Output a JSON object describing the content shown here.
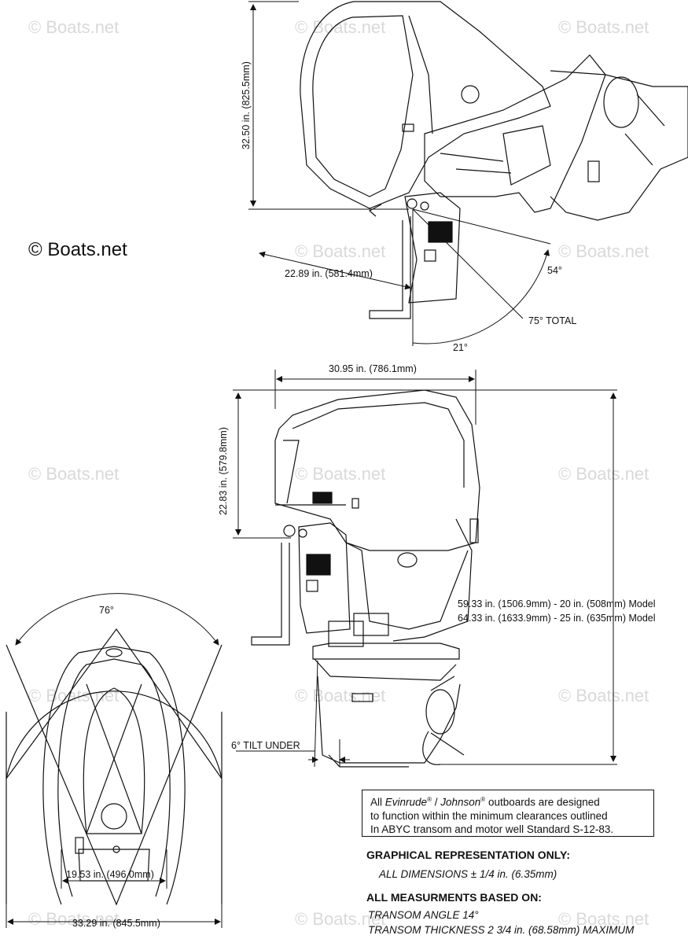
{
  "copyright": "© Boats.net",
  "watermark": "© Boats.net",
  "dimensions": {
    "tilt_height": "32.50 in. (825.5mm)",
    "tilt_reach": "22.89 in. (581.4mm)",
    "angle_54": "54°",
    "angle_total": "75° TOTAL",
    "angle_21": "21°",
    "width_top": "30.95 in. (786.1mm)",
    "height_upper": "22.83 in. (579.8mm)",
    "height_20": "59.33 in. (1506.9mm) - 20 in. (508mm) Model",
    "height_25": "64.33 in. (1633.9mm) - 25 in. (635mm) Model",
    "tilt_under": "6° TILT UNDER",
    "steer_angle": "76°",
    "width_inner": "19.53 in. (496.0mm)",
    "width_outer": "33.29 in. (845.5mm)"
  },
  "note": {
    "line1_prefix": "All ",
    "brand1": "Evinrude",
    "reg": "®",
    "sep": " / ",
    "brand2": "Johnson",
    "line1_suffix": " outboards are designed",
    "line2": "to function within the minimum clearances outlined",
    "line3": "In ABYC transom and motor well Standard S-12-83."
  },
  "graphical_header": "GRAPHICAL REPRESENTATION ONLY:",
  "all_dimensions": "ALL DIMENSIONS ± 1/4 in. (6.35mm)",
  "measurements_header": "ALL MEASURMENTS BASED ON:",
  "transom_angle": "TRANSOM ANGLE 14°",
  "transom_thickness": "TRANSOM THICKNESS 2 3/4 in. (68.58mm) MAXIMUM"
}
